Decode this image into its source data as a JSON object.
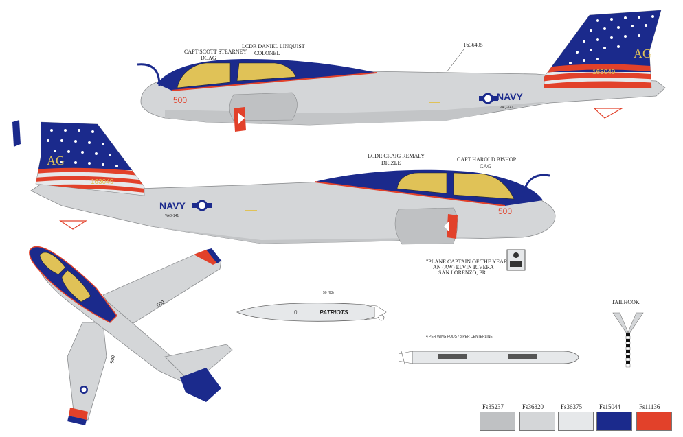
{
  "colors": {
    "fs35237": "#bfc1c3",
    "fs36320": "#d4d6d8",
    "fs36375": "#e6e8ea",
    "fs15044": "#1b2a8c",
    "fs11136": "#e2412a",
    "gold": "#e0c257"
  },
  "top_profile": {
    "fs_callout": "Fs36495",
    "pilot_line1": "CAPT SCOTT STEARNEY",
    "pilot_line2": "DCAG",
    "crew_line1": "LCDR DANIEL LINQUIST",
    "crew_line2": "COLONEL",
    "modex": "500",
    "navy": "NAVY",
    "squadron": "VAQ-141",
    "tail_letters": "AG",
    "bureau": "163049"
  },
  "bottom_profile": {
    "crew_line1": "LCDR CRAIG REMALY",
    "crew_line2": "DRIZLE",
    "pilot_line1": "CAPT HAROLD BISHOP",
    "pilot_line2": "CAG",
    "modex": "500",
    "navy": "NAVY",
    "squadron": "VAQ-141",
    "tail_letters": "AG",
    "bureau": "163049",
    "pc_line1": "\"PLANE CAPTAIN OF THE YEAR\"",
    "pc_line2": "AN (AW) ELVIN RIVERA",
    "pc_line3": "SAN LORENZO, PR"
  },
  "pod": {
    "label": "PATRIOTS",
    "callout": "50 (63)",
    "zero": "0"
  },
  "tank": {
    "caption": "4 PER WING PODS / 3 PER CENTERLINE"
  },
  "tailhook": {
    "label": "TAILHOOK"
  },
  "plan": {
    "modex": "500"
  },
  "swatches": [
    {
      "label": "Fs35237",
      "color": "#bfc1c3"
    },
    {
      "label": "Fs36320",
      "color": "#d4d6d8"
    },
    {
      "label": "Fs36375",
      "color": "#e6e8ea"
    },
    {
      "label": "Fs15044",
      "color": "#1b2a8c"
    },
    {
      "label": "Fs11136",
      "color": "#e2412a"
    }
  ]
}
